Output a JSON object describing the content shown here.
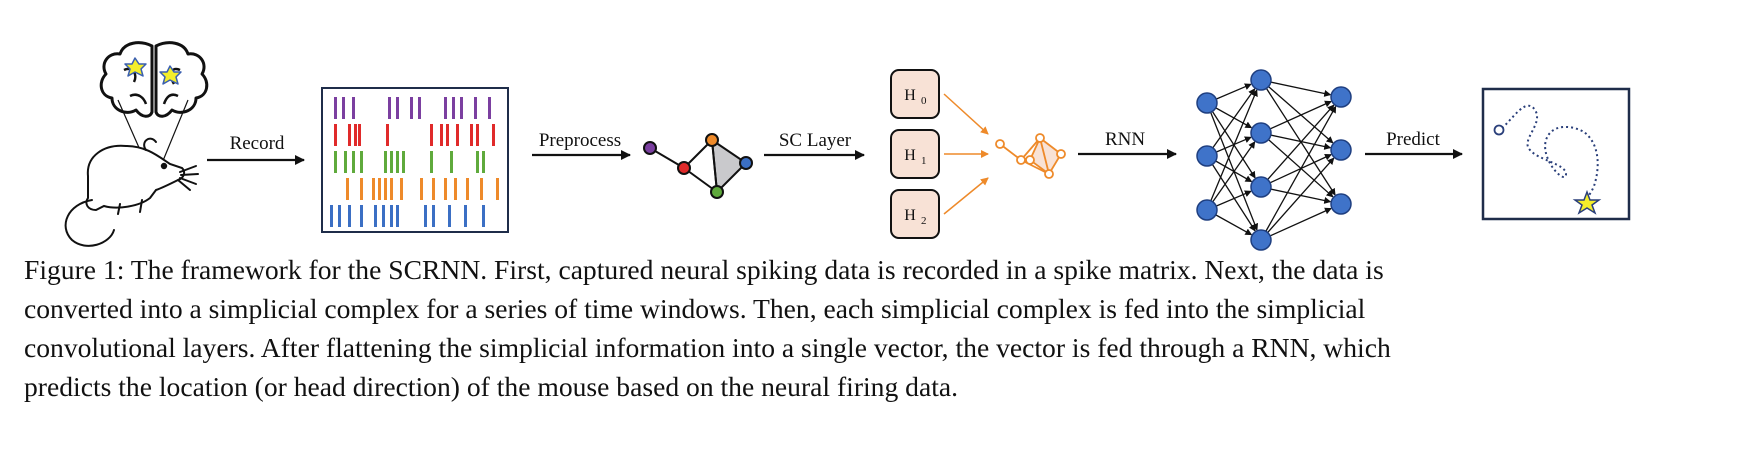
{
  "figure": {
    "steps": [
      "Record",
      "Preprocess",
      "SC Layer",
      "RNN",
      "Predict"
    ],
    "h_boxes": [
      {
        "main": "H",
        "sub": "0"
      },
      {
        "main": "H",
        "sub": "1"
      },
      {
        "main": "H",
        "sub": "2"
      }
    ],
    "colors": {
      "purple": "#7b3fa0",
      "red": "#e02a2a",
      "green": "#5faa3c",
      "orange": "#ee8a2a",
      "blue": "#3b6fc4",
      "node_blue": "#3f73c9",
      "h_box_fill": "#f8e2d6",
      "star": "#f4ee2a",
      "frame": "#1f2d4a"
    },
    "icons": [
      "brain-icon",
      "mouse-icon",
      "star-icon"
    ]
  },
  "caption": {
    "lines": [
      "Figure 1: The framework for the SCRNN. First, captured neural spiking data is recorded in a spike matrix. Next, the data is",
      "converted into a simplicial complex for a series of time windows. Then, each simplicial complex is fed into the simplicial",
      "convolutional layers. After flattening the simplicial information into a single vector, the vector is fed through a RNN, which",
      "predicts the location (or head direction) of the mouse based on the neural firing data."
    ]
  }
}
